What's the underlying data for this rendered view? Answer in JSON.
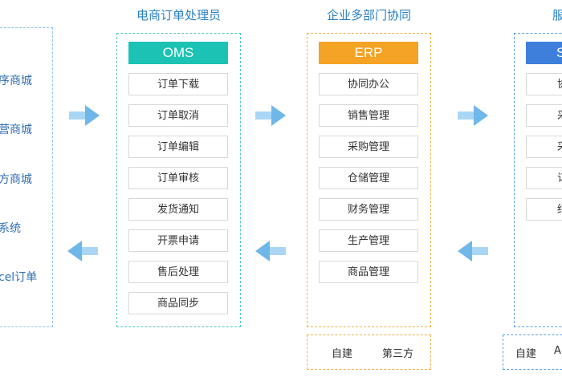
{
  "colors": {
    "oms_header": "#1cc3b4",
    "erp_header": "#f4a324",
    "third_header": "#3d7fdb",
    "text_blue": "#2a7fc1",
    "arrow": "#6fb7e8"
  },
  "left": {
    "items": [
      "序商城",
      "营商城",
      "方商城",
      "系统",
      "cel订单"
    ]
  },
  "oms": {
    "title": "电商订单处理员",
    "header": "OMS",
    "items": [
      "订单下载",
      "订单取消",
      "订单编辑",
      "订单审核",
      "发货通知",
      "开票申请",
      "售后处理",
      "商品同步"
    ]
  },
  "erp": {
    "title": "企业多部门协同",
    "header": "ERP",
    "items": [
      "协同办公",
      "销售管理",
      "采购管理",
      "仓储管理",
      "财务管理",
      "生产管理",
      "商品管理"
    ],
    "footer": [
      "自建",
      "第三方"
    ]
  },
  "third": {
    "title": "服",
    "header": "S",
    "items": [
      "协",
      "采",
      "采",
      "订",
      "结"
    ],
    "footer": [
      "自建",
      "A"
    ]
  }
}
